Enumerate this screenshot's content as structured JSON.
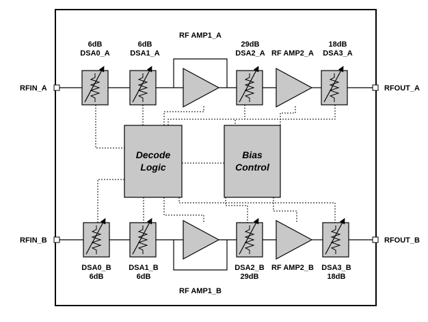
{
  "ports": {
    "rfin_a": "RFIN_A",
    "rfout_a": "RFOUT_A",
    "rfin_b": "RFIN_B",
    "rfout_b": "RFOUT_B"
  },
  "chan_a": {
    "dsa0": {
      "gain": "6dB",
      "name": "DSA0_A"
    },
    "dsa1": {
      "gain": "6dB",
      "name": "DSA1_A"
    },
    "amp1": "RF AMP1_A",
    "dsa2": {
      "gain": "29dB",
      "name": "DSA2_A"
    },
    "amp2": "RF AMP2_A",
    "dsa3": {
      "gain": "18dB",
      "name": "DSA3_A"
    }
  },
  "chan_b": {
    "dsa0": {
      "gain": "6dB",
      "name": "DSA0_B"
    },
    "dsa1": {
      "gain": "6dB",
      "name": "DSA1_B"
    },
    "amp1": "RF AMP1_B",
    "dsa2": {
      "gain": "29dB",
      "name": "DSA2_B"
    },
    "amp2": "RF AMP2_B",
    "dsa3": {
      "gain": "18dB",
      "name": "DSA3_B"
    }
  },
  "decode": {
    "line1": "Decode",
    "line2": "Logic"
  },
  "bias": {
    "line1": "Bias",
    "line2": "Control"
  }
}
